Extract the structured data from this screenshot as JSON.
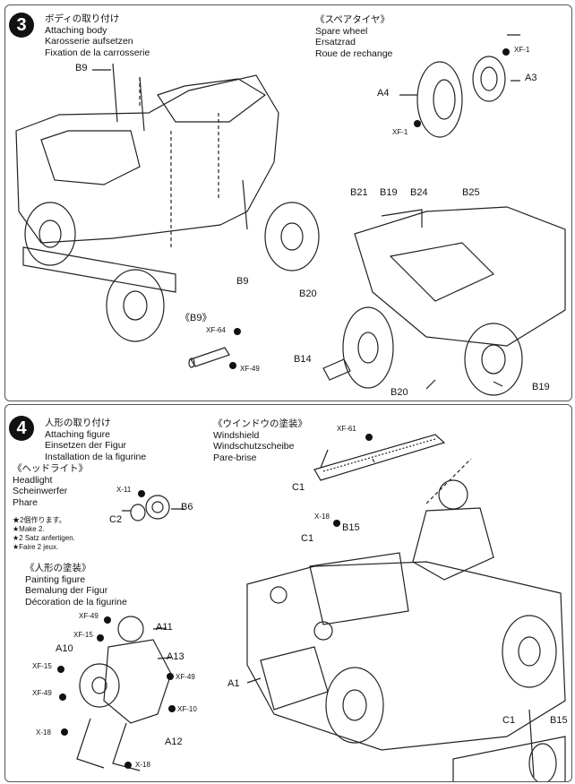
{
  "step3": {
    "number": "3",
    "title": {
      "jp": "ボディの取り付け",
      "en": "Attaching body",
      "de": "Karosserie aufsetzen",
      "fr": "Fixation de la carrosserie"
    },
    "spare": {
      "jp": "《スペアタイヤ》",
      "en": "Spare wheel",
      "de": "Ersatzrad",
      "fr": "Roue de rechange"
    },
    "b9_detail": "《B9》",
    "parts": {
      "b9a": "B9",
      "b9b": "B9",
      "a3": "A3",
      "a4": "A4",
      "b21": "B21",
      "b19a": "B19",
      "b24": "B24",
      "b25": "B25",
      "b20a": "B20",
      "b14": "B14",
      "b20b": "B20",
      "b19b": "B19"
    },
    "paints": {
      "xf1a": "XF-1",
      "xf1b": "XF-1",
      "xf64": "XF-64",
      "xf49": "XF-49"
    }
  },
  "step4": {
    "number": "4",
    "title": {
      "jp": "人形の取り付け",
      "en": "Attaching figure",
      "de": "Einsetzen der Figur",
      "fr": "Installation de la figurine"
    },
    "headlight": {
      "jp": "《ヘッドライト》",
      "en": "Headlight",
      "de": "Scheinwerfer",
      "fr": "Phare"
    },
    "make2": {
      "jp": "★2個作ります。",
      "en": "★Make 2.",
      "de": "★2 Satz anfertigen.",
      "fr": "★Faire 2 jeux."
    },
    "painting": {
      "jp": "《人形の塗装》",
      "en": "Painting figure",
      "de": "Bemalung der Figur",
      "fr": "Décoration de la figurine"
    },
    "windshield": {
      "jp": "《ウインドウの塗装》",
      "en": "Windshield",
      "de": "Windschutzscheibe",
      "fr": "Pare-brise"
    },
    "parts": {
      "b6": "B6",
      "c2": "C2",
      "a11": "A11",
      "a10": "A10",
      "a13": "A13",
      "a12": "A12",
      "c1a": "C1",
      "c1b": "C1",
      "b15a": "B15",
      "a1": "A1",
      "c1c": "C1",
      "b15b": "B15"
    },
    "paints": {
      "x11": "X-11",
      "xf61": "XF-61",
      "x18a": "X-18",
      "xf49a": "XF-49",
      "xf15a": "XF-15",
      "xf15b": "XF-15",
      "xf49b": "XF-49",
      "xf49c": "XF-49",
      "xf10": "XF-10",
      "x18b": "X-18",
      "x18c": "X-18"
    }
  }
}
